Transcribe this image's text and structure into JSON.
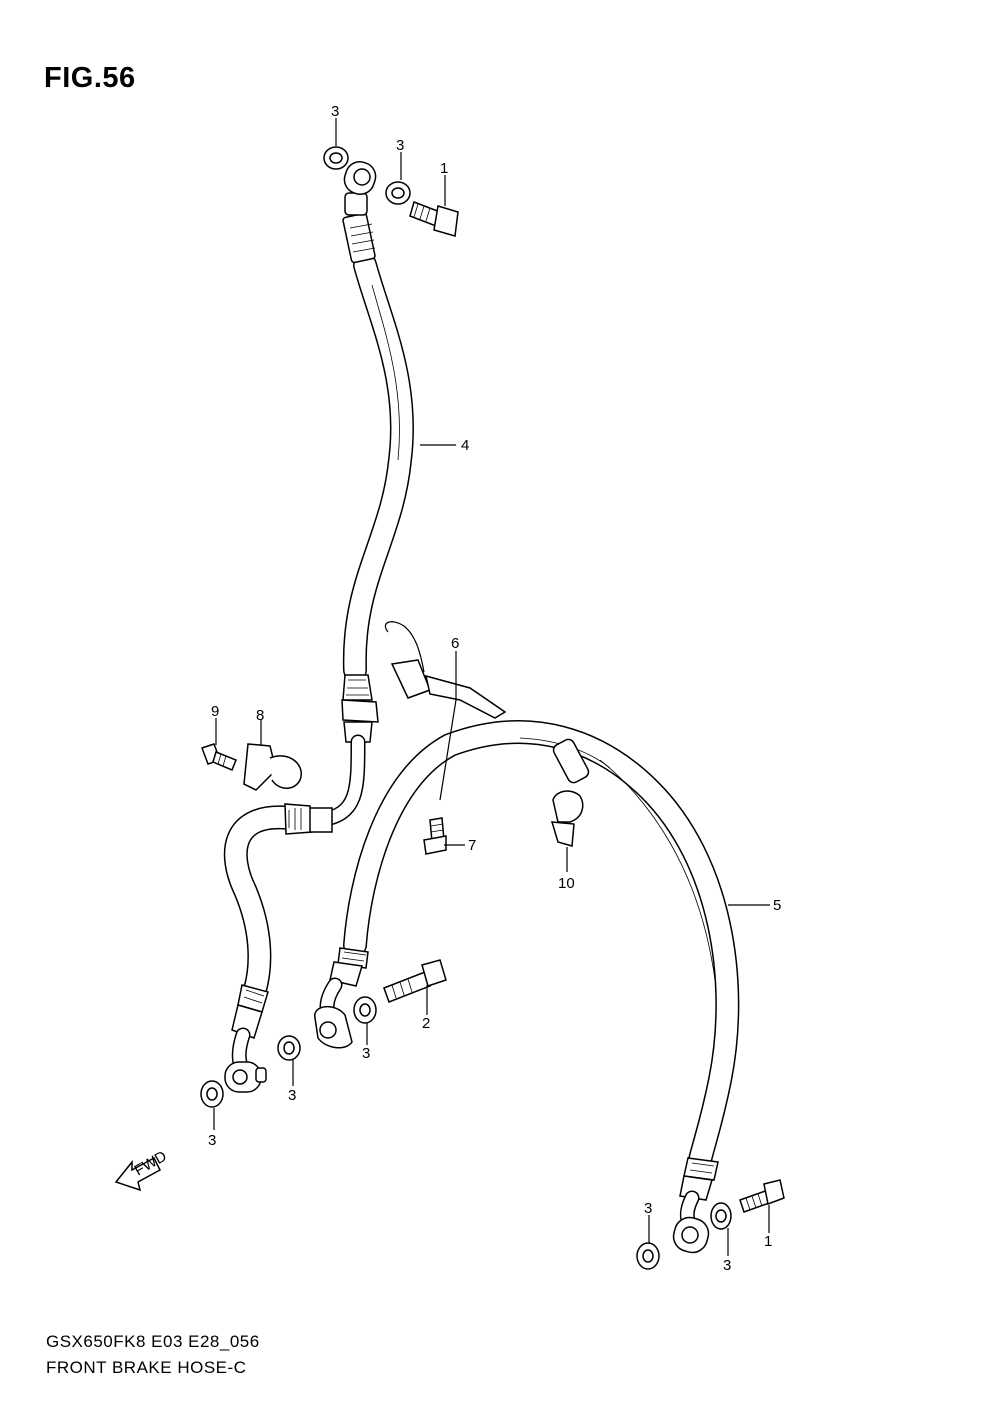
{
  "figure": {
    "title": "FIG.56"
  },
  "footer": {
    "model_code": "GSX650FK8 E03 E28_056",
    "diagram_name": "FRONT BRAKE HOSE-C"
  },
  "direction_indicator": {
    "label": "FWD"
  },
  "callouts": [
    {
      "id": "c-3-top",
      "label": "3"
    },
    {
      "id": "c-3-top2",
      "label": "3"
    },
    {
      "id": "c-1-top",
      "label": "1"
    },
    {
      "id": "c-4",
      "label": "4"
    },
    {
      "id": "c-6",
      "label": "6"
    },
    {
      "id": "c-9",
      "label": "9"
    },
    {
      "id": "c-8",
      "label": "8"
    },
    {
      "id": "c-7",
      "label": "7"
    },
    {
      "id": "c-10",
      "label": "10"
    },
    {
      "id": "c-5",
      "label": "5"
    },
    {
      "id": "c-2",
      "label": "2"
    },
    {
      "id": "c-3-mid",
      "label": "3"
    },
    {
      "id": "c-3-left",
      "label": "3"
    },
    {
      "id": "c-3-lower",
      "label": "3"
    },
    {
      "id": "c-3-right1",
      "label": "3"
    },
    {
      "id": "c-3-right2",
      "label": "3"
    },
    {
      "id": "c-1-bottom",
      "label": "1"
    }
  ]
}
